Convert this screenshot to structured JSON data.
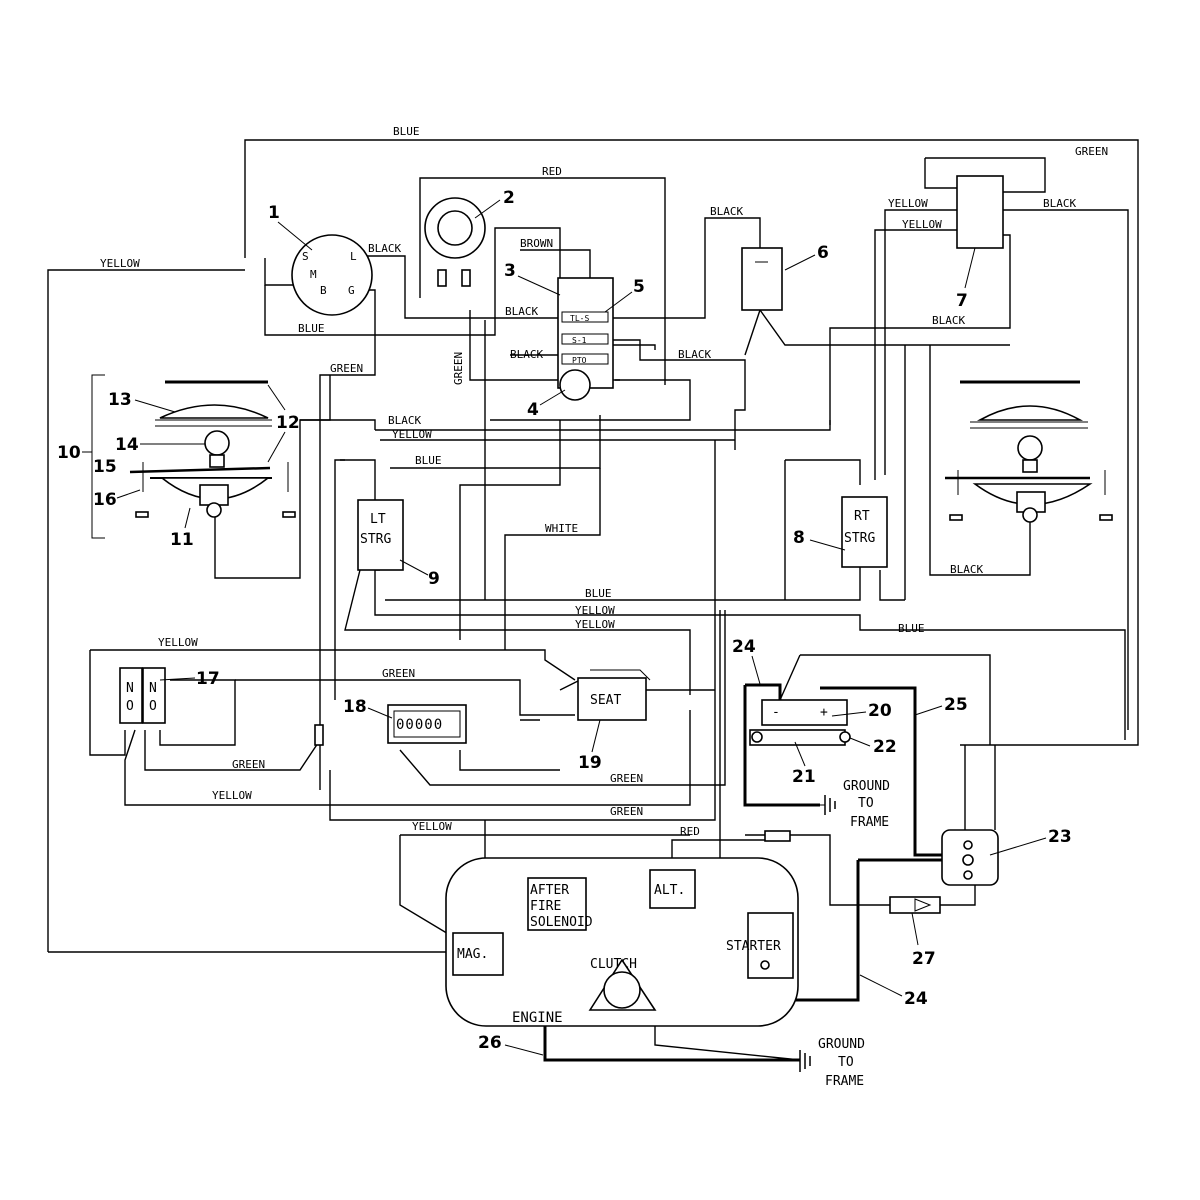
{
  "wire_labels": {
    "blue_top": "BLUE",
    "red_top": "RED",
    "green_top_right": "GREEN",
    "yellow_left": "YELLOW",
    "black_key": "BLACK",
    "brown": "BROWN",
    "black_6": "BLACK",
    "black_7": "BLACK",
    "yellow_7a": "YELLOW",
    "yellow_7b": "YELLOW",
    "black_sw1": "BLACK",
    "black_sw2": "BLACK",
    "black_sw3": "BLACK",
    "green_vert": "GREEN",
    "blue_key": "BLUE",
    "green_key": "GREEN",
    "black_7b": "BLACK",
    "black_mid": "BLACK",
    "yellow_mid": "YELLOW",
    "blue_lt": "BLUE",
    "white": "WHITE",
    "black_rt": "BLACK",
    "blue_bus": "BLUE",
    "yellow_bus1": "YELLOW",
    "yellow_bus2": "YELLOW",
    "blue_rt": "BLUE",
    "yellow_17": "YELLOW",
    "green_17": "GREEN",
    "green_bottom1": "GREEN",
    "yellow_bottom": "YELLOW",
    "green_bottom2": "GREEN",
    "green_bottom3": "GREEN",
    "yellow_mag": "YELLOW",
    "red_alt": "RED"
  },
  "components": {
    "key_terminals": [
      "S",
      "M",
      "B",
      "L",
      "G"
    ],
    "lt_strg": [
      "LT",
      "STRG"
    ],
    "rt_strg": [
      "RT",
      "STRG"
    ],
    "seat": "SEAT",
    "no_left": [
      "N",
      "O"
    ],
    "no_right": [
      "N",
      "O"
    ],
    "hour_meter": "00000",
    "after_fire": [
      "AFTER",
      "FIRE",
      "SOLENOID"
    ],
    "alt": "ALT.",
    "mag": "MAG.",
    "starter": "STARTER",
    "clutch": "CLUTCH",
    "engine": "ENGINE",
    "ground1": [
      "GROUND",
      "TO",
      "FRAME"
    ],
    "ground2": [
      "GROUND",
      "TO",
      "FRAME"
    ],
    "relay_labels": [
      "TL-S",
      "S-1",
      "PTO"
    ]
  },
  "callouts": {
    "n1": "1",
    "n2": "2",
    "n3": "3",
    "n4": "4",
    "n5": "5",
    "n6": "6",
    "n7": "7",
    "n8": "8",
    "n9": "9",
    "n10": "10",
    "n11": "11",
    "n12": "12",
    "n13": "13",
    "n14": "14",
    "n15": "15",
    "n16": "16",
    "n17": "17",
    "n18": "18",
    "n19": "19",
    "n20": "20",
    "n21": "21",
    "n22": "22",
    "n23": "23",
    "n24a": "24",
    "n24b": "24",
    "n25": "25",
    "n26": "26",
    "n27": "27"
  }
}
